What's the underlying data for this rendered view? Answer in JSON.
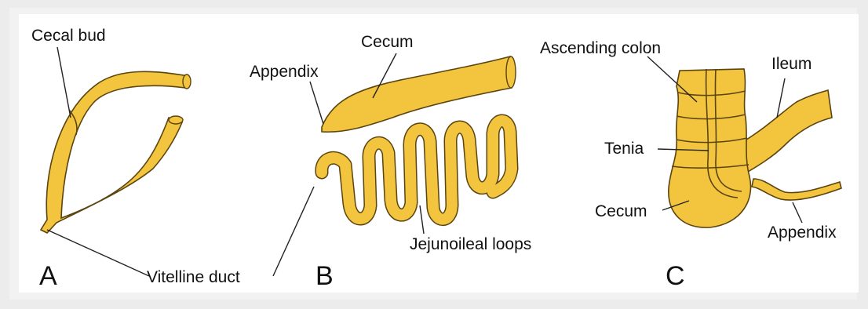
{
  "panel_a": {
    "letter": "A",
    "labels": {
      "cecal_bud": "Cecal bud",
      "vitelline_duct": "Vitelline duct"
    }
  },
  "panel_b": {
    "letter": "B",
    "labels": {
      "cecum": "Cecum",
      "appendix": "Appendix",
      "jejunoileal_loops": "Jejunoileal loops"
    }
  },
  "panel_c": {
    "letter": "C",
    "labels": {
      "ascending_colon": "Ascending colon",
      "ileum": "Ileum",
      "tenia": "Tenia",
      "cecum": "Cecum",
      "appendix": "Appendix"
    }
  },
  "colors": {
    "tube_fill": "#f3c53f",
    "tube_outline": "#5a4410",
    "background": "#ffffff"
  }
}
